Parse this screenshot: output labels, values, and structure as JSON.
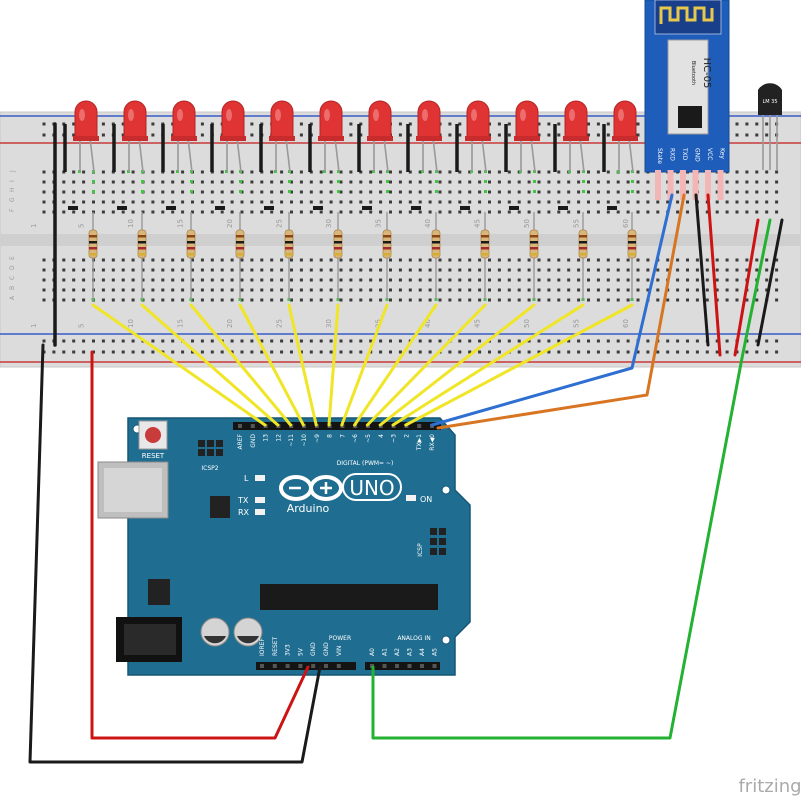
{
  "watermark": "fritzing",
  "arduino": {
    "brand": "Arduino",
    "model": "UNO",
    "reset_label": "RESET",
    "icsp2_label": "ICSP2",
    "icsp_label": "ICSP",
    "digital_label": "DIGITAL (PWM= ~)",
    "power_label": "POWER",
    "analog_label": "ANALOG IN",
    "led_l": "L",
    "led_tx": "TX",
    "led_rx": "RX",
    "led_on": "ON",
    "digital_pins": [
      "AREF",
      "GND",
      "13",
      "12",
      "~11",
      "~10",
      "~9",
      "8",
      "7",
      "~6",
      "~5",
      "4",
      "~3",
      "2",
      "TX▶1",
      "RX◀0"
    ],
    "power_pins": [
      "IOREF",
      "RESET",
      "3V3",
      "5V",
      "GND",
      "GND",
      "VIN"
    ],
    "analog_pins": [
      "A0",
      "A1",
      "A2",
      "A3",
      "A4",
      "A5"
    ]
  },
  "bluetooth": {
    "name": "HC-05",
    "sub": "Bluetooth",
    "pins": [
      "State",
      "RXD",
      "TXD",
      "GND",
      "VCC",
      "Key"
    ]
  },
  "sensor": {
    "label": "LM 35"
  },
  "breadboard": {
    "col_numbers": [
      "1",
      "5",
      "10",
      "15",
      "20",
      "25",
      "30",
      "35",
      "40",
      "45",
      "50",
      "55",
      "60"
    ],
    "row_letters_top": [
      "J",
      "I",
      "H",
      "G",
      "F"
    ],
    "row_letters_bottom": [
      "E",
      "D",
      "C",
      "B",
      "A"
    ]
  },
  "colors": {
    "board": "#1f6e91",
    "led": "#e03434",
    "wire_yellow": "#f0e526",
    "wire_blue": "#2f6fd1",
    "wire_orange": "#d87522",
    "wire_red": "#cc1414",
    "wire_black": "#1a1a1a",
    "wire_green": "#24b232",
    "bt_board": "#1e5dba"
  },
  "led_count": 12
}
